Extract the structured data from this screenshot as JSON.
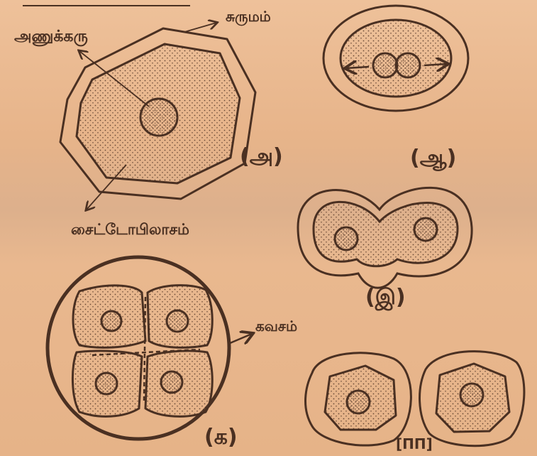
{
  "labels": {
    "nucleus": "அணுக்கரு",
    "membrane": "சுருமம்",
    "cytoplasm": "சைட்டோபிலாசம்",
    "capsule": "கவசம்"
  },
  "stages": {
    "a": "(அ)",
    "aa": "(ஆ)",
    "i": "(இ)",
    "ka": "(க)",
    "last": "[ΠΠ]"
  }
}
